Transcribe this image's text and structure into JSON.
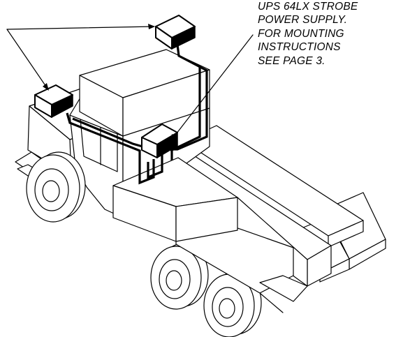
{
  "callout": {
    "lines": [
      "UPS 64LX STROBE",
      "POWER SUPPLY.",
      "FOR MOUNTING",
      "INSTRUCTIONS",
      "SEE PAGE 3."
    ]
  },
  "components": {
    "truck": "tow-truck-illustration",
    "strobe_lights": [
      "strobe-light-cab-left",
      "strobe-light-roof"
    ],
    "power_supply": "power-supply-box"
  },
  "colors": {
    "line": "#000000",
    "fill": "#ffffff",
    "component": "#000000"
  }
}
